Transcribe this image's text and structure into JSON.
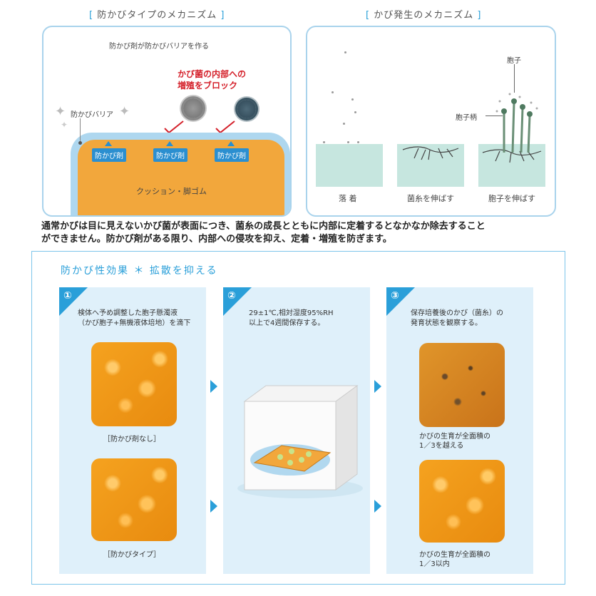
{
  "left_panel": {
    "title": "防かびタイプのメカニズム",
    "barrier_caption": "防かび剤が防かびバリアを作る",
    "block_text_1": "かび菌の内部への",
    "block_text_2": "増殖をブロック",
    "barrier_label": "防かびバリア",
    "agent_labels": [
      "防かび剤",
      "防かび剤",
      "防かび剤"
    ],
    "material_label": "クッション・脚ゴム"
  },
  "right_panel": {
    "title": "かび発生のメカニズム",
    "spore_label": "胞子",
    "stalk_label": "胞子柄",
    "stages": [
      "落 着",
      "菌糸を伸ばす",
      "胞子を伸ばす"
    ]
  },
  "paragraph": {
    "line1": "通常かびは目に見えないかび菌が表面につき、菌糸の成長とともに内部に定着するとなかなか除去すること",
    "line2": "ができません。防かび剤がある限り、内部への侵攻を抑え、定着・増殖を防ぎます。"
  },
  "effect": {
    "title": "防かび性効果 ＊ 拡散を抑える",
    "steps": [
      {
        "number": "①",
        "line1": "検体へ予め調整した胞子懸濁液",
        "line2": "（かび胞子+無機液体培地）を滴下",
        "captions": [
          "［防かび剤なし］",
          "［防かびタイプ］"
        ]
      },
      {
        "number": "②",
        "line1": "29±1℃,相対湿度95%RH",
        "line2": "以上で4週間保存する。"
      },
      {
        "number": "③",
        "line1": "保存培養後のかび（菌糸）の",
        "line2": "発育状態を観察する。",
        "results": [
          {
            "line1": "かびの生育が全面積の",
            "line2": "1／3を越える"
          },
          {
            "line1": "かびの生育が全面積の",
            "line2": "1／3以内"
          }
        ]
      }
    ]
  },
  "colors": {
    "accent": "#2a9fd9",
    "orange": "#f2a73c",
    "barrier": "#aed7ef",
    "red": "#d4202a"
  }
}
